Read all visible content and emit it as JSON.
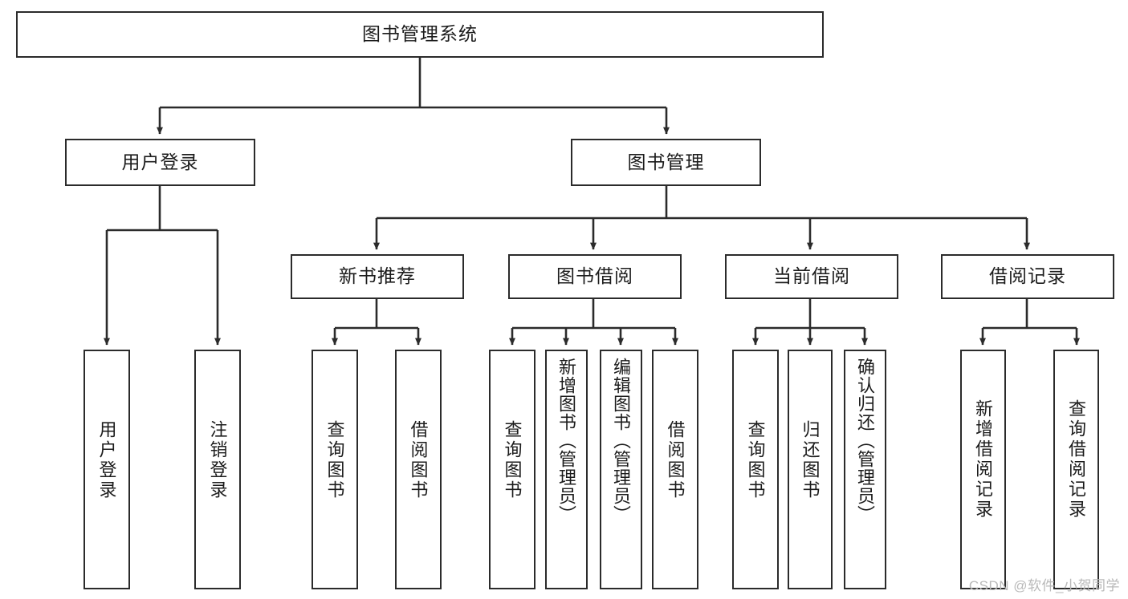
{
  "diagram": {
    "title": "图书管理系统",
    "type": "tree-hierarchy-chart",
    "background_color": "#ffffff",
    "line_color": "#2b2b2b",
    "text_color": "#1c1c1c"
  },
  "nodes": {
    "root": {
      "label": "图书管理系统"
    },
    "level2": [
      {
        "id": "user-login",
        "label": "用户登录"
      },
      {
        "id": "book-manage",
        "label": "图书管理"
      }
    ],
    "level3": [
      {
        "id": "new-book-recommend",
        "label": "新书推荐"
      },
      {
        "id": "book-borrow",
        "label": "图书借阅"
      },
      {
        "id": "current-borrow",
        "label": "当前借阅"
      },
      {
        "id": "borrow-record",
        "label": "借阅记录"
      }
    ],
    "leaves": {
      "user_login": [
        {
          "id": "leaf-user-login",
          "label": "用户登录"
        },
        {
          "id": "leaf-logout-login",
          "label": "注销登录"
        }
      ],
      "new_book_recommend": [
        {
          "id": "leaf-query-book-1",
          "label": "查询图书"
        },
        {
          "id": "leaf-borrow-book-1",
          "label": "借阅图书"
        }
      ],
      "book_borrow": [
        {
          "id": "leaf-query-book-2",
          "label": "查询图书"
        },
        {
          "id": "leaf-add-book-admin",
          "label": "新增图书（管理员）"
        },
        {
          "id": "leaf-edit-book-admin",
          "label": "编辑图书（管理员）"
        },
        {
          "id": "leaf-borrow-book-2",
          "label": "借阅图书"
        }
      ],
      "current_borrow": [
        {
          "id": "leaf-query-book-3",
          "label": "查询图书"
        },
        {
          "id": "leaf-return-book",
          "label": "归还图书"
        },
        {
          "id": "leaf-confirm-return-admin",
          "label": "确认归还（管理员）"
        }
      ],
      "borrow_record": [
        {
          "id": "leaf-add-borrow-record",
          "label": "新增借阅记录"
        },
        {
          "id": "leaf-query-borrow-record",
          "label": "查询借阅记录"
        }
      ]
    }
  },
  "watermark": {
    "text": "CSDN @软件_小贺同学"
  }
}
